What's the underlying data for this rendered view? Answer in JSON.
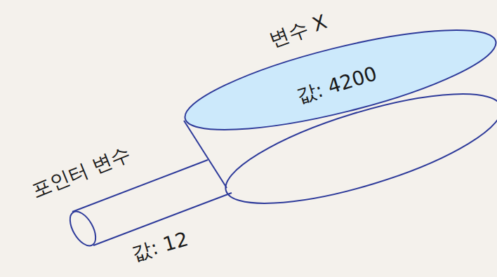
{
  "diagram": {
    "nodes": [
      {
        "text": [
          "변수 X",
          "값: 4200"
        ]
      },
      {
        "text": [
          "포인터 변수",
          "값: 12"
        ]
      }
    ]
  }
}
